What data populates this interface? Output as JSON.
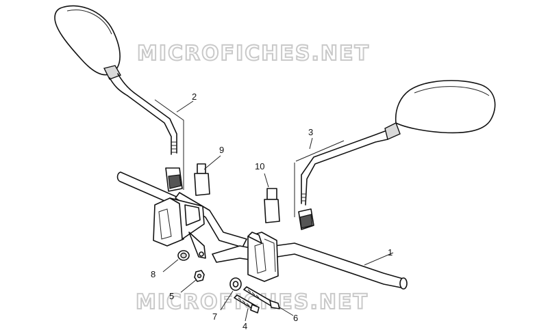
{
  "watermarks": [
    "MICROFICHES.NET",
    "MICROFICHES.NET"
  ],
  "callouts": [
    "1",
    "2",
    "3",
    "4",
    "5",
    "6",
    "7",
    "8",
    "9",
    "10"
  ],
  "parts": {
    "handlebar": "1",
    "mirror_left": "2",
    "mirror_right": "3",
    "screw_long": "4",
    "nut": "5",
    "screw_short": "6",
    "washer": "7",
    "spacer": "8",
    "end_cap_left": "9",
    "end_cap_right": "10"
  }
}
